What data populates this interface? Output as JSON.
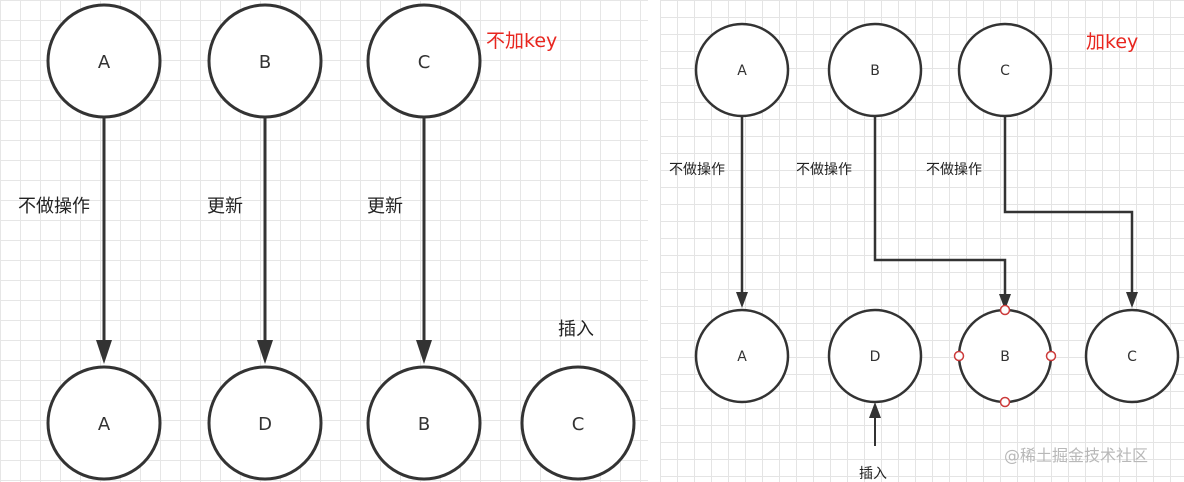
{
  "left": {
    "title": "不加key",
    "top_nodes": [
      "A",
      "B",
      "C"
    ],
    "bottom_nodes": [
      "A",
      "D",
      "B",
      "C"
    ],
    "edge_labels": [
      "不做操作",
      "更新",
      "更新"
    ],
    "insert_label": "插入"
  },
  "right": {
    "title": "加key",
    "top_nodes": [
      "A",
      "B",
      "C"
    ],
    "bottom_nodes": [
      "A",
      "D",
      "B",
      "C"
    ],
    "edge_labels": [
      "不做操作",
      "不做操作",
      "不做操作"
    ],
    "insert_label": "插入"
  },
  "watermark": "@稀土掘金技术社区",
  "colors": {
    "title": "#e8261f",
    "edge": "#333333",
    "node_stroke": "#333333",
    "handle": "#cc3b3b"
  }
}
